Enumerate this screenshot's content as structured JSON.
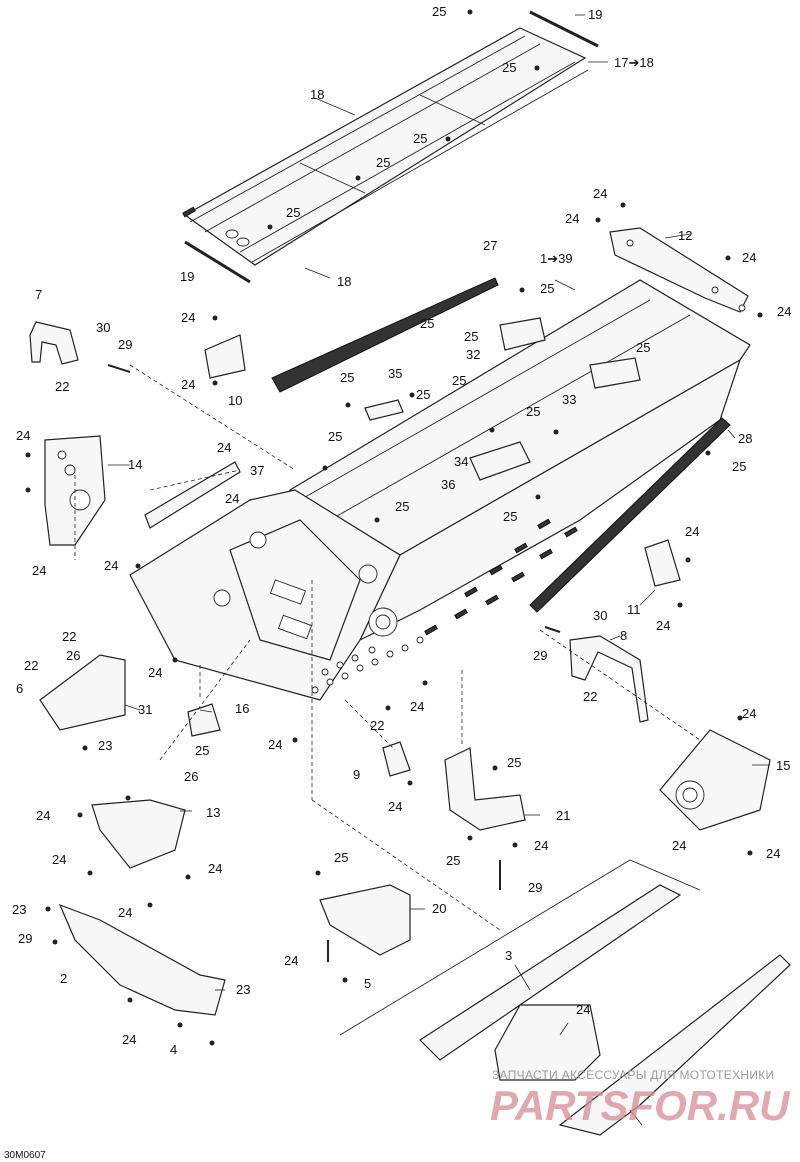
{
  "diagram": {
    "reference_code": "30M0607",
    "callouts": [
      {
        "id": "c25a",
        "text": "25"
      },
      {
        "id": "c19a",
        "text": "19"
      },
      {
        "id": "c1718",
        "text": "17➔18"
      },
      {
        "id": "c25b",
        "text": "25"
      },
      {
        "id": "c18a",
        "text": "18"
      },
      {
        "id": "c25c",
        "text": "25"
      },
      {
        "id": "c25d",
        "text": "25"
      },
      {
        "id": "c25e",
        "text": "25"
      },
      {
        "id": "c19b",
        "text": "19"
      },
      {
        "id": "c18b",
        "text": "18"
      },
      {
        "id": "c24a",
        "text": "24"
      },
      {
        "id": "c24b",
        "text": "24"
      },
      {
        "id": "c12",
        "text": "12"
      },
      {
        "id": "c24c",
        "text": "24"
      },
      {
        "id": "c24d",
        "text": "24"
      },
      {
        "id": "c27",
        "text": "27"
      },
      {
        "id": "c139",
        "text": "1➔39"
      },
      {
        "id": "c25f",
        "text": "25"
      },
      {
        "id": "c7",
        "text": "7"
      },
      {
        "id": "c30a",
        "text": "30"
      },
      {
        "id": "c29a",
        "text": "29"
      },
      {
        "id": "c22a",
        "text": "22"
      },
      {
        "id": "c24e",
        "text": "24"
      },
      {
        "id": "c24f",
        "text": "24"
      },
      {
        "id": "c10",
        "text": "10"
      },
      {
        "id": "c25g",
        "text": "25"
      },
      {
        "id": "c25h",
        "text": "25"
      },
      {
        "id": "c32",
        "text": "32"
      },
      {
        "id": "c25i",
        "text": "25"
      },
      {
        "id": "c35",
        "text": "35"
      },
      {
        "id": "c25j",
        "text": "25"
      },
      {
        "id": "c25k",
        "text": "25"
      },
      {
        "id": "c25l",
        "text": "25"
      },
      {
        "id": "c33",
        "text": "33"
      },
      {
        "id": "c25m",
        "text": "25"
      },
      {
        "id": "c24g",
        "text": "24"
      },
      {
        "id": "c14",
        "text": "14"
      },
      {
        "id": "c25n",
        "text": "25"
      },
      {
        "id": "c24h",
        "text": "24"
      },
      {
        "id": "c37",
        "text": "37"
      },
      {
        "id": "c34",
        "text": "34"
      },
      {
        "id": "c36",
        "text": "36"
      },
      {
        "id": "c28",
        "text": "28"
      },
      {
        "id": "c25o",
        "text": "25"
      },
      {
        "id": "c24i",
        "text": "24"
      },
      {
        "id": "c25p",
        "text": "25"
      },
      {
        "id": "c25q",
        "text": "25"
      },
      {
        "id": "c24j",
        "text": "24"
      },
      {
        "id": "c24k",
        "text": "24"
      },
      {
        "id": "c24l",
        "text": "24"
      },
      {
        "id": "c11",
        "text": "11"
      },
      {
        "id": "c24m",
        "text": "24"
      },
      {
        "id": "c22b",
        "text": "22"
      },
      {
        "id": "c22c",
        "text": "22"
      },
      {
        "id": "c26a",
        "text": "26"
      },
      {
        "id": "c30b",
        "text": "30"
      },
      {
        "id": "c8",
        "text": "8"
      },
      {
        "id": "c6",
        "text": "6"
      },
      {
        "id": "c24n",
        "text": "24"
      },
      {
        "id": "c29b",
        "text": "29"
      },
      {
        "id": "c22d",
        "text": "22"
      },
      {
        "id": "c31",
        "text": "31"
      },
      {
        "id": "c16",
        "text": "16"
      },
      {
        "id": "c22e",
        "text": "22"
      },
      {
        "id": "c24o",
        "text": "24"
      },
      {
        "id": "c23a",
        "text": "23"
      },
      {
        "id": "c25r",
        "text": "25"
      },
      {
        "id": "c24p",
        "text": "24"
      },
      {
        "id": "c24q",
        "text": "24"
      },
      {
        "id": "c9",
        "text": "9"
      },
      {
        "id": "c25s",
        "text": "25"
      },
      {
        "id": "c15",
        "text": "15"
      },
      {
        "id": "c26b",
        "text": "26"
      },
      {
        "id": "c24r",
        "text": "24"
      },
      {
        "id": "c21",
        "text": "21"
      },
      {
        "id": "c24s",
        "text": "24"
      },
      {
        "id": "c13",
        "text": "13"
      },
      {
        "id": "c25t",
        "text": "25"
      },
      {
        "id": "c24t",
        "text": "24"
      },
      {
        "id": "c24u",
        "text": "24"
      },
      {
        "id": "c24v",
        "text": "24"
      },
      {
        "id": "c24w",
        "text": "24"
      },
      {
        "id": "c29c",
        "text": "29"
      },
      {
        "id": "c25u",
        "text": "25"
      },
      {
        "id": "c24x",
        "text": "24"
      },
      {
        "id": "c23b",
        "text": "23"
      },
      {
        "id": "c20",
        "text": "20"
      },
      {
        "id": "c24y",
        "text": "24"
      },
      {
        "id": "c3",
        "text": "3"
      },
      {
        "id": "c29d",
        "text": "29"
      },
      {
        "id": "c24z",
        "text": "24"
      },
      {
        "id": "c5",
        "text": "5"
      },
      {
        "id": "c2",
        "text": "2"
      },
      {
        "id": "c23c",
        "text": "23"
      },
      {
        "id": "c24aa",
        "text": "24"
      },
      {
        "id": "c24ab",
        "text": "24"
      },
      {
        "id": "c4",
        "text": "4"
      }
    ],
    "watermark": {
      "line1": "ЗАПЧАСТИ АКСЕССУАРЫ ДЛЯ МОТОТЕХНИКИ",
      "line2": "PARTSFOR.RU"
    }
  }
}
